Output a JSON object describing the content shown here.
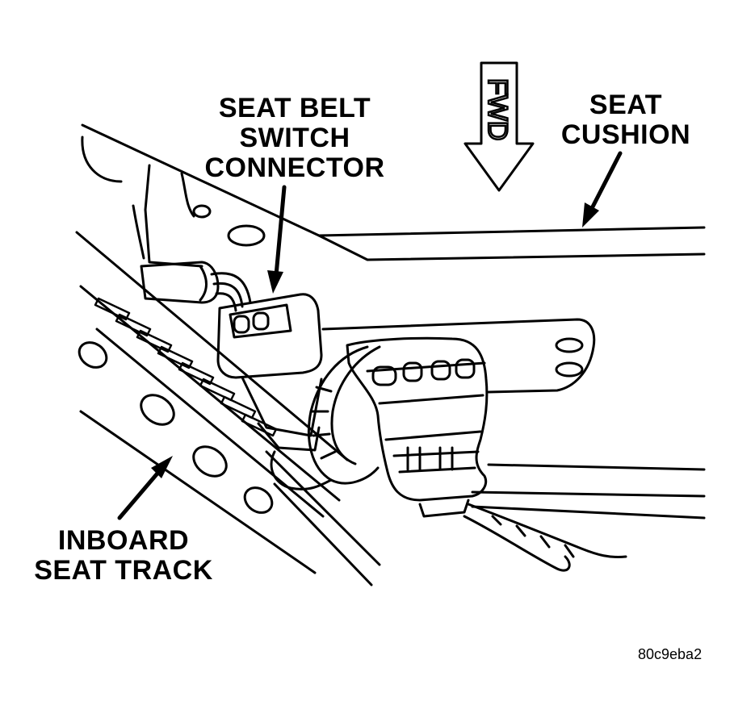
{
  "labels": {
    "seat_belt_switch_connector": [
      "SEAT BELT",
      "SWITCH",
      "CONNECTOR"
    ],
    "seat_cushion": [
      "SEAT",
      "CUSHION"
    ],
    "inboard_seat_track": [
      "INBOARD",
      "SEAT TRACK"
    ],
    "fwd_arrow": "FWD"
  },
  "figure_id": "80c9eba2",
  "colors": {
    "ink": "#000000",
    "paper": "#ffffff"
  }
}
